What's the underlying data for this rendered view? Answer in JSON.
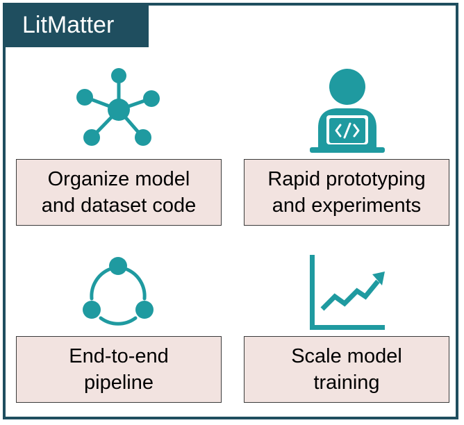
{
  "title": "LitMatter",
  "colors": {
    "frame": "#1f4e5f",
    "icon": "#1f9aa0",
    "box_fill": "#f2e3e0"
  },
  "panels": [
    {
      "icon": "network-graph-icon",
      "label": "Organize model\nand dataset code"
    },
    {
      "icon": "developer-laptop-icon",
      "label": "Rapid prototyping\nand experiments"
    },
    {
      "icon": "cycle-pipeline-icon",
      "label": "End-to-end\npipeline"
    },
    {
      "icon": "growth-chart-icon",
      "label": "Scale model\ntraining"
    }
  ]
}
